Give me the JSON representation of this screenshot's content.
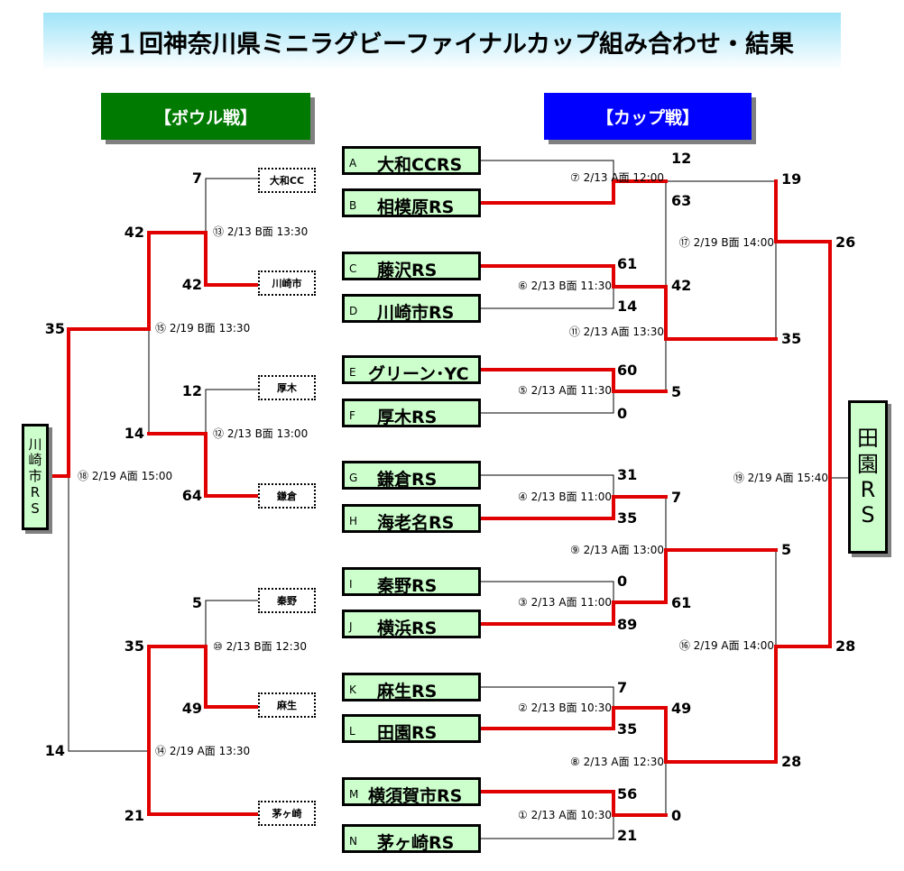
{
  "title": "第１回神奈川県ミニラグビーファイナルカップ組み合わせ・結果",
  "bowl_header": "【ボウル戦】",
  "cup_header": "【カップ戦】",
  "colors": {
    "bowl": "#007a00",
    "cup": "#0000ff",
    "winner_line": "#e00000",
    "team_fill": "#ccffcc"
  },
  "teams": [
    {
      "letter": "A",
      "name": "大和CCRS"
    },
    {
      "letter": "B",
      "name": "相模原RS"
    },
    {
      "letter": "C",
      "name": "藤沢RS"
    },
    {
      "letter": "D",
      "name": "川崎市RS"
    },
    {
      "letter": "E",
      "name": "グリーン･YC"
    },
    {
      "letter": "F",
      "name": "厚木RS"
    },
    {
      "letter": "G",
      "name": "鎌倉RS"
    },
    {
      "letter": "H",
      "name": "海老名RS"
    },
    {
      "letter": "I",
      "name": "秦野RS"
    },
    {
      "letter": "J",
      "name": "横浜RS"
    },
    {
      "letter": "K",
      "name": "麻生RS"
    },
    {
      "letter": "L",
      "name": "田園RS"
    },
    {
      "letter": "M",
      "name": "横須賀市RS"
    },
    {
      "letter": "N",
      "name": "茅ヶ崎RS"
    }
  ],
  "bowl_boxes": [
    "大和CC",
    "川崎市",
    "厚木",
    "鎌倉",
    "秦野",
    "麻生",
    "茅ヶ崎"
  ],
  "matches": {
    "m1": "① 2/13 A面 10:30",
    "m2": "② 2/13 B面 10:30",
    "m3": "③ 2/13 A面 11:00",
    "m4": "④ 2/13 B面 11:00",
    "m5": "⑤ 2/13 A面 11:30",
    "m6": "⑥ 2/13 B面 11:30",
    "m7": "⑦ 2/13 A面 12:00",
    "m8": "⑧ 2/13 A面 12:30",
    "m9": "⑨ 2/13 A面 13:00",
    "m10": "⑩ 2/13 B面 12:30",
    "m11": "⑪ 2/13 A面 13:30",
    "m12": "⑫ 2/13 B面 13:00",
    "m13": "⑬ 2/13 B面 13:30",
    "m14": "⑭ 2/19 A面 13:30",
    "m15": "⑮ 2/19 B面 13:30",
    "m16": "⑯ 2/19 A面 14:00",
    "m17": "⑰ 2/19 B面 14:00",
    "m18": "⑱ 2/19 A面 15:00",
    "m19": "⑲ 2/19 A面 15:40"
  },
  "cup_scores": {
    "A": "12",
    "B": "63",
    "C": "61",
    "D": "14",
    "E": "60",
    "F": "0",
    "G": "31",
    "H": "35",
    "I": "0",
    "J": "89",
    "K": "7",
    "L": "35",
    "M": "56",
    "N": "21",
    "q_top1": "42",
    "q_top2": "5",
    "q_bot1": "7",
    "q_bot2": "61",
    "q_bot3": "49",
    "q_bot4": "0",
    "s_top1": "19",
    "s_top2": "35",
    "s_bot1": "5",
    "s_bot2": "28",
    "f_top": "26",
    "f_bot": "28"
  },
  "bowl_scores": {
    "yamato": "7",
    "kawasaki": "42",
    "atsugi": "12",
    "kamakura": "64",
    "hadano": "5",
    "asao": "49",
    "chigasaki": "21",
    "r2_1": "42",
    "r2_2": "14",
    "r2_3": "35",
    "r3_1": "35",
    "r3_2": "14"
  },
  "cup_champion": [
    "田",
    "園",
    "R",
    "S"
  ],
  "bowl_champion": [
    "川",
    "崎",
    "市",
    "R",
    "S"
  ]
}
